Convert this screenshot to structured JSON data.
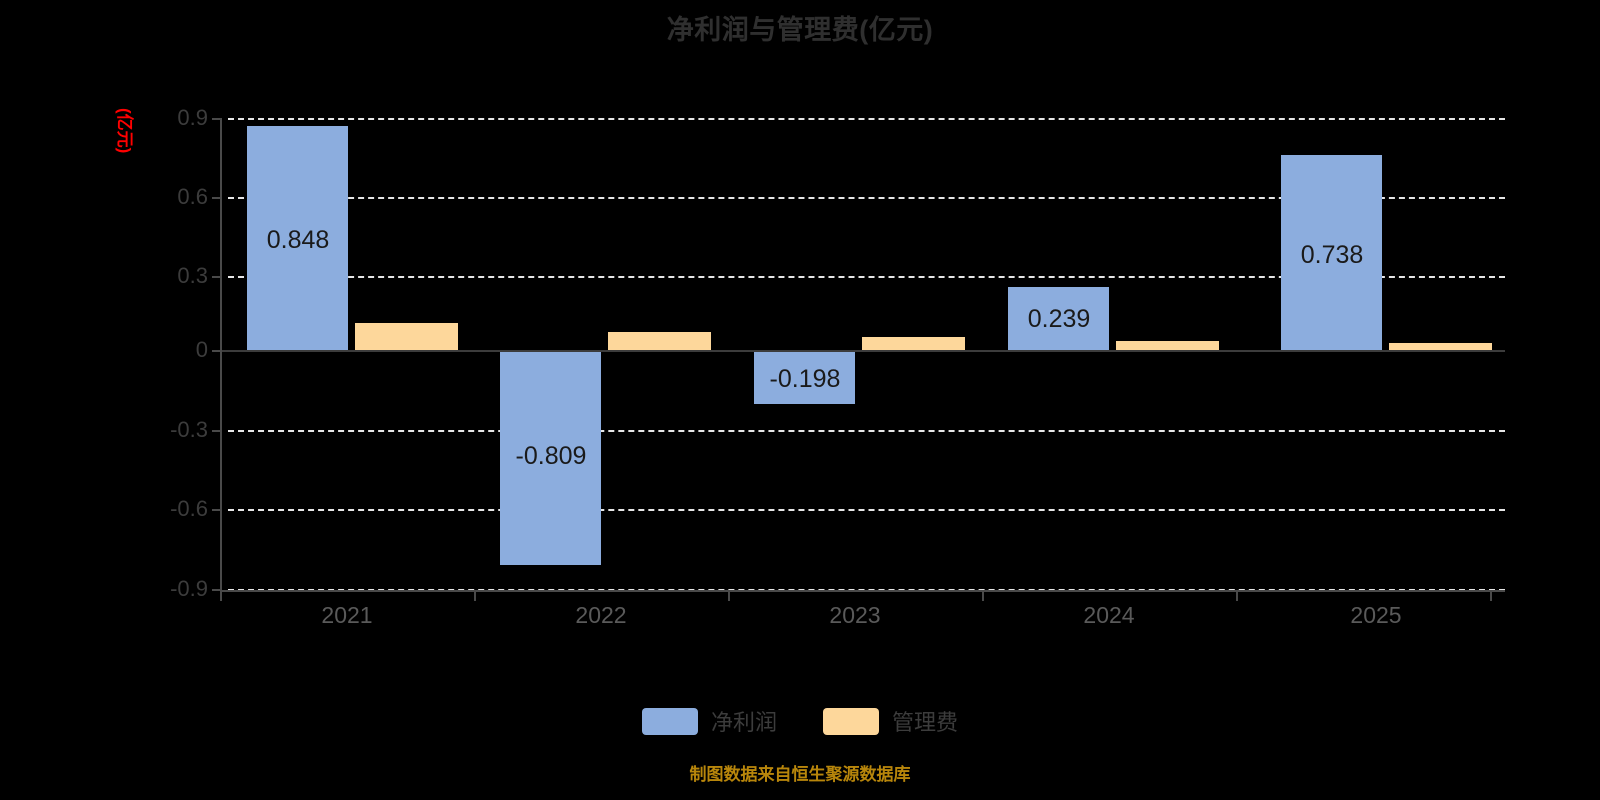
{
  "chart_data": {
    "type": "bar",
    "title": "净利润与管理费(亿元)",
    "xlabel": "",
    "ylabel": "(亿元)",
    "ylim": [
      -0.9,
      0.9
    ],
    "yticks": [
      "0.9",
      "0.6",
      "0.3",
      "0",
      "-0.3",
      "-0.6",
      "-0.9"
    ],
    "ytick_values": [
      0.9,
      0.6,
      0.3,
      0,
      -0.3,
      -0.6,
      -0.9
    ],
    "grid": true,
    "legend_position": "bottom",
    "categories": [
      "2021",
      "2022",
      "2023",
      "2024",
      "2025"
    ],
    "series": [
      {
        "name": "净利润",
        "color": "#8CADDE",
        "values": [
          0.848,
          -0.809,
          -0.198,
          0.239,
          0.738
        ],
        "labels": [
          "0.848",
          "-0.809",
          "-0.198",
          "0.239",
          "0.738"
        ]
      },
      {
        "name": "管理费",
        "color": "#FDD79B",
        "values": [
          0.1,
          0.07,
          0.05,
          0.035,
          0.025
        ],
        "labels": [
          "",
          "",
          "",
          "",
          ""
        ]
      }
    ]
  },
  "header": {
    "title": "净利润与管理费(亿元)"
  },
  "axis": {
    "y_unit": "(亿元)",
    "y_ticks": [
      {
        "label": "0.9"
      },
      {
        "label": "0.6"
      },
      {
        "label": "0.3"
      },
      {
        "label": "0"
      },
      {
        "label": "-0.3"
      },
      {
        "label": "-0.6"
      },
      {
        "label": "-0.9"
      }
    ],
    "x_ticks": [
      {
        "label": "2021"
      },
      {
        "label": "2022"
      },
      {
        "label": "2023"
      },
      {
        "label": "2024"
      },
      {
        "label": "2025"
      }
    ]
  },
  "legend": {
    "items": [
      {
        "label": "净利润",
        "color": "#8CADDE"
      },
      {
        "label": "管理费",
        "color": "#FDD79B"
      }
    ]
  },
  "footer": {
    "watermark": "制图数据来自恒生聚源数据库"
  },
  "bar_labels": {
    "y2021_net": "0.848",
    "y2022_net": "-0.809",
    "y2023_net": "-0.198",
    "y2024_net": "0.239",
    "y2025_net": "0.738"
  }
}
